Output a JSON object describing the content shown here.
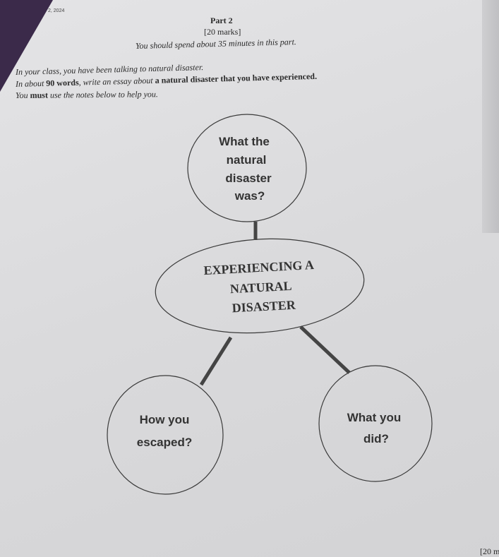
{
  "header": {
    "date": "2, 2024",
    "part": "Part 2",
    "marks": "[20 marks]",
    "time_note": "You should spend about 35 minutes in this part."
  },
  "instructions": {
    "line1": "In your class, you have been talking to natural disaster.",
    "line2_a": "In about ",
    "line2_b": "90 words",
    ", ": "",
    "line2_c": ", write an essay about ",
    "line2_d": "a natural disaster that you have experienced.",
    "line3_a": "You ",
    "line3_b": "must",
    "line3_c": " use the notes below to help you."
  },
  "mindmap": {
    "center": [
      "EXPERIENCING A",
      "NATURAL",
      "DISASTER"
    ],
    "top": [
      "What the",
      "natural",
      "disaster",
      "was?"
    ],
    "left": [
      "How you",
      "escaped?"
    ],
    "right": [
      "What you",
      "did?"
    ]
  },
  "footer": {
    "marks": "[20 m"
  }
}
